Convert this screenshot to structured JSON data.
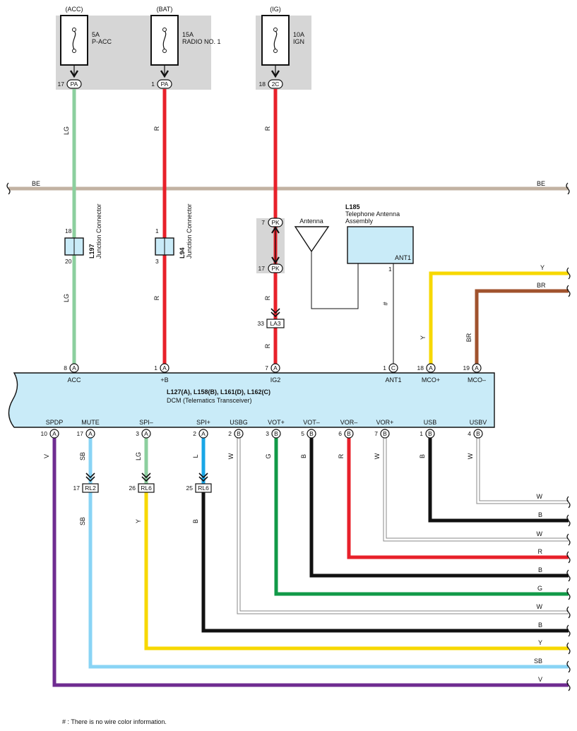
{
  "colors": {
    "LG": "#8ccf9e",
    "R": "#e8202a",
    "BE": "#c2b2a2",
    "Y": "#f7d800",
    "BR": "#a0522d",
    "V": "#6f2c91",
    "SB": "#89d4f5",
    "L": "#19a6e6",
    "B": "#111111",
    "W": "#bdbdbd",
    "G": "#119a48",
    "module_fill": "#c9ebf8",
    "fuse_box_fill": "#d6d6d6",
    "connector_fill": "#c9ebf8"
  },
  "fuses": [
    {
      "source": "(ACC)",
      "rating": "5A",
      "name": "P-ACC",
      "pin": "17",
      "connector": "PA"
    },
    {
      "source": "(BAT)",
      "rating": "15A",
      "name": "RADIO NO. 1",
      "pin": "1",
      "connector": "PA"
    },
    {
      "source": "(IG)",
      "rating": "10A",
      "name": "IGN",
      "pin": "18",
      "connector": "2C"
    }
  ],
  "ground_bus": {
    "left_label": "BE",
    "right_label": "BE"
  },
  "junctions": [
    {
      "id": "L197",
      "name": "Junction Connector",
      "pin_top": "18",
      "pin_bottom": "20"
    },
    {
      "id": "L94",
      "name": "Junction Connector",
      "pin_top": "1",
      "pin_bottom": "3"
    }
  ],
  "pk_connector": {
    "top_pin": "7",
    "top_label": "PK",
    "bottom_pin": "17",
    "bottom_label": "PK"
  },
  "la3": {
    "pin": "33",
    "label": "LA3"
  },
  "antenna": {
    "label": "Antenna"
  },
  "telephone_antenna": {
    "id": "L185",
    "name": "Telephone Antenna Assembly",
    "pin_name": "ANT1",
    "pin": "1",
    "wire": "#"
  },
  "wire_labels": {
    "acc": "LG",
    "bat": "R",
    "ig": "R"
  },
  "dcm": {
    "title": "L127(A), L158(B), L161(D), L162(C)",
    "subtitle": "DCM (Telematics Transceiver)",
    "top_pins": [
      {
        "num": "8",
        "conn": "A",
        "name": "ACC"
      },
      {
        "num": "1",
        "conn": "A",
        "name": "+B"
      },
      {
        "num": "7",
        "conn": "A",
        "name": "IG2"
      },
      {
        "num": "1",
        "conn": "C",
        "name": "ANT1"
      },
      {
        "num": "18",
        "conn": "A",
        "name": "MCO+"
      },
      {
        "num": "19",
        "conn": "A",
        "name": "MCO–"
      }
    ],
    "bottom_pins": [
      {
        "num": "10",
        "conn": "A",
        "name": "SPDP"
      },
      {
        "num": "17",
        "conn": "A",
        "name": "MUTE"
      },
      {
        "num": "3",
        "conn": "A",
        "name": "SPI–"
      },
      {
        "num": "2",
        "conn": "A",
        "name": "SPI+"
      },
      {
        "num": "2",
        "conn": "B",
        "name": "USBG"
      },
      {
        "num": "3",
        "conn": "B",
        "name": "VOT+"
      },
      {
        "num": "5",
        "conn": "B",
        "name": "VOT–"
      },
      {
        "num": "6",
        "conn": "B",
        "name": "VOR–"
      },
      {
        "num": "7",
        "conn": "B",
        "name": "VOR+"
      },
      {
        "num": "1",
        "conn": "B",
        "name": "USB"
      },
      {
        "num": "4",
        "conn": "B",
        "name": "USBV"
      }
    ]
  },
  "mco_wires": [
    {
      "color_code": "Y",
      "end_label": "Y"
    },
    {
      "color_code": "BR",
      "end_label": "BR"
    }
  ],
  "bottom_wire_codes": [
    "V",
    "SB",
    "LG",
    "L",
    "W",
    "G",
    "B",
    "R",
    "W",
    "B",
    "W"
  ],
  "rl_connectors": [
    {
      "pin": "17",
      "label": "RL2",
      "wire_after": "SB"
    },
    {
      "pin": "26",
      "label": "RL6",
      "wire_after": "Y"
    },
    {
      "pin": "25",
      "label": "RL6",
      "wire_after": "B"
    }
  ],
  "right_end_labels": [
    "W",
    "B",
    "W",
    "R",
    "B",
    "G",
    "W",
    "B",
    "Y",
    "SB",
    "V"
  ],
  "footnote": "# : There is no wire color information."
}
